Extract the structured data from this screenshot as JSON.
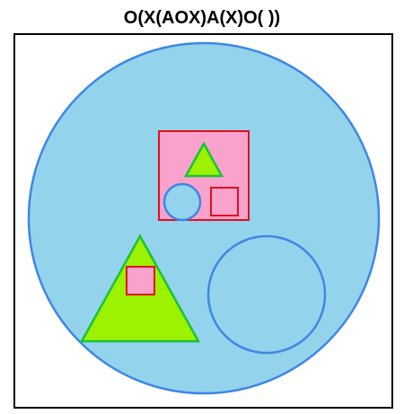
{
  "diagram": {
    "title": "O(X(AOX)A(X)O( ))",
    "colors": {
      "background": "#ffffff",
      "frame_stroke": "#000000",
      "circle_fill": "#93d4ec",
      "circle_stroke": "#3f86e5",
      "square_fill": "#f9a3cc",
      "square_stroke": "#e0101e",
      "triangle_fill": "#9cf200",
      "triangle_stroke": "#18c239"
    },
    "shapes": [
      {
        "id": "outer-circle",
        "kind": "circle"
      },
      {
        "id": "top-square",
        "kind": "square"
      },
      {
        "id": "top-triangle",
        "kind": "triangle"
      },
      {
        "id": "top-small-circle",
        "kind": "circle"
      },
      {
        "id": "top-small-square",
        "kind": "square"
      },
      {
        "id": "big-triangle",
        "kind": "triangle"
      },
      {
        "id": "triangle-square",
        "kind": "square"
      },
      {
        "id": "empty-circle",
        "kind": "circle"
      }
    ]
  }
}
